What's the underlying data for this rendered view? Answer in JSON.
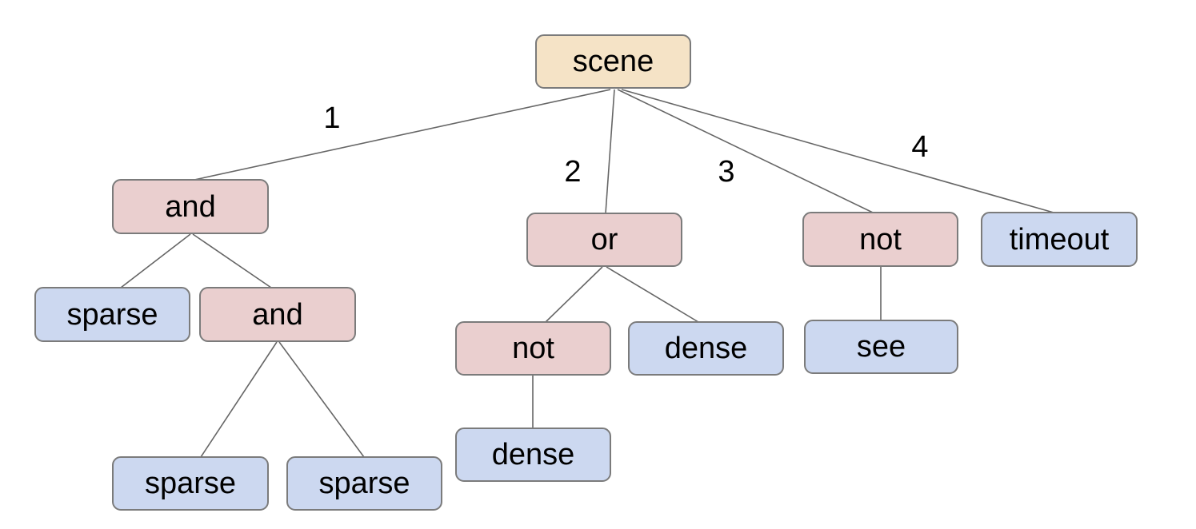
{
  "diagram": {
    "type": "tree",
    "root": "scene",
    "nodes": [
      {
        "id": "scene",
        "label": "scene",
        "kind": "root"
      },
      {
        "id": "and-1",
        "label": "and",
        "kind": "operator"
      },
      {
        "id": "or-1",
        "label": "or",
        "kind": "operator"
      },
      {
        "id": "not-1",
        "label": "not",
        "kind": "operator"
      },
      {
        "id": "timeout-1",
        "label": "timeout",
        "kind": "leaf"
      },
      {
        "id": "sparse-1",
        "label": "sparse",
        "kind": "leaf"
      },
      {
        "id": "and-2",
        "label": "and",
        "kind": "operator"
      },
      {
        "id": "not-2",
        "label": "not",
        "kind": "operator"
      },
      {
        "id": "dense-1",
        "label": "dense",
        "kind": "leaf"
      },
      {
        "id": "see-1",
        "label": "see",
        "kind": "leaf"
      },
      {
        "id": "sparse-2",
        "label": "sparse",
        "kind": "leaf"
      },
      {
        "id": "sparse-3",
        "label": "sparse",
        "kind": "leaf"
      },
      {
        "id": "dense-2",
        "label": "dense",
        "kind": "leaf"
      }
    ],
    "edges": [
      {
        "from": "scene",
        "to": "and-1",
        "label": "1"
      },
      {
        "from": "scene",
        "to": "or-1",
        "label": "2"
      },
      {
        "from": "scene",
        "to": "not-1",
        "label": "3"
      },
      {
        "from": "scene",
        "to": "timeout-1",
        "label": "4"
      },
      {
        "from": "and-1",
        "to": "sparse-1",
        "label": ""
      },
      {
        "from": "and-1",
        "to": "and-2",
        "label": ""
      },
      {
        "from": "and-2",
        "to": "sparse-2",
        "label": ""
      },
      {
        "from": "and-2",
        "to": "sparse-3",
        "label": ""
      },
      {
        "from": "or-1",
        "to": "not-2",
        "label": ""
      },
      {
        "from": "or-1",
        "to": "dense-1",
        "label": ""
      },
      {
        "from": "not-2",
        "to": "dense-2",
        "label": ""
      },
      {
        "from": "not-1",
        "to": "see-1",
        "label": ""
      }
    ],
    "colors": {
      "root_fill": "#f5e3c6",
      "operator_fill": "#eacfcf",
      "leaf_fill": "#ccd8f0",
      "node_border": "#7b7b7b",
      "edge_stroke": "#666666",
      "text": "#000000",
      "background": "#ffffff"
    }
  }
}
